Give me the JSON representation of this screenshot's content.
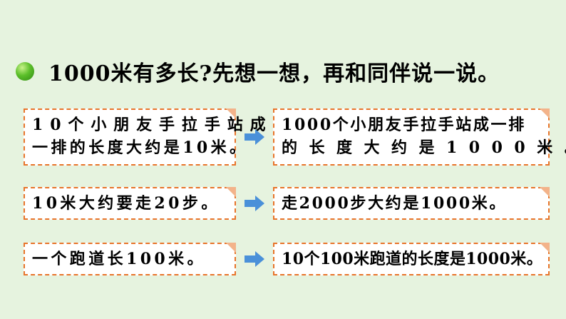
{
  "heading": {
    "text": "1000米有多长?先想一想，再和同伴说一说。"
  },
  "rows": [
    {
      "left": {
        "lines": [
          "10个小朋友手拉手站成",
          "一排的长度大约是10米。"
        ]
      },
      "right": {
        "lines": [
          "1000个小朋友手拉手站成一排",
          "的长度大约是1000米。"
        ]
      }
    },
    {
      "left": {
        "lines": [
          "10米大约要走20步。"
        ]
      },
      "right": {
        "lines": [
          "走2000步大约是1000米。"
        ]
      }
    },
    {
      "left": {
        "lines": [
          "一个跑道长100米。"
        ]
      },
      "right": {
        "lines": [
          "10个100米跑道的长度是1000米。"
        ]
      }
    }
  ],
  "colors": {
    "background": "#e6f3df",
    "border": "#e8742a",
    "arrow": "#4a90d9",
    "bullet": "#4caf20"
  },
  "icons": [
    "green-bullet-icon",
    "right-arrow-icon"
  ]
}
